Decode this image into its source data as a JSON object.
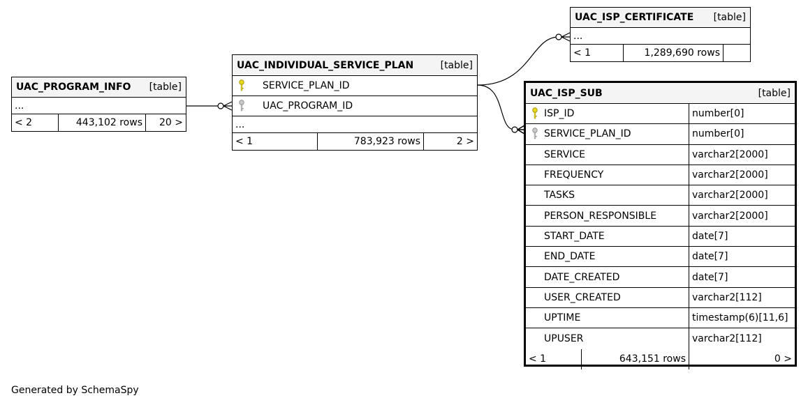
{
  "tables": {
    "program_info": {
      "name": "UAC_PROGRAM_INFO",
      "type": "[table]",
      "ellipsis": "...",
      "nav_prev": "< 2",
      "rows": "443,102 rows",
      "nav_next": "20 >"
    },
    "service_plan": {
      "name": "UAC_INDIVIDUAL_SERVICE_PLAN",
      "type": "[table]",
      "columns": [
        {
          "name": "SERVICE_PLAN_ID",
          "key": "primary"
        },
        {
          "name": "UAC_PROGRAM_ID",
          "key": "foreign"
        }
      ],
      "ellipsis": "...",
      "nav_prev": "< 1",
      "rows": "783,923 rows",
      "nav_next": "2 >"
    },
    "certificate": {
      "name": "UAC_ISP_CERTIFICATE",
      "type": "[table]",
      "ellipsis": "...",
      "nav_prev": "< 1",
      "rows": "1,289,690 rows",
      "nav_next": ""
    },
    "isp_sub": {
      "name": "UAC_ISP_SUB",
      "type": "[table]",
      "columns": [
        {
          "name": "ISP_ID",
          "type": "number[0]",
          "key": "primary"
        },
        {
          "name": "SERVICE_PLAN_ID",
          "type": "number[0]",
          "key": "foreign"
        },
        {
          "name": "SERVICE",
          "type": "varchar2[2000]",
          "key": ""
        },
        {
          "name": "FREQUENCY",
          "type": "varchar2[2000]",
          "key": ""
        },
        {
          "name": "TASKS",
          "type": "varchar2[2000]",
          "key": ""
        },
        {
          "name": "PERSON_RESPONSIBLE",
          "type": "varchar2[2000]",
          "key": ""
        },
        {
          "name": "START_DATE",
          "type": "date[7]",
          "key": ""
        },
        {
          "name": "END_DATE",
          "type": "date[7]",
          "key": ""
        },
        {
          "name": "DATE_CREATED",
          "type": "date[7]",
          "key": ""
        },
        {
          "name": "USER_CREATED",
          "type": "varchar2[112]",
          "key": ""
        },
        {
          "name": "UPTIME",
          "type": "timestamp(6)[11,6]",
          "key": ""
        },
        {
          "name": "UPUSER",
          "type": "varchar2[112]",
          "key": ""
        }
      ],
      "nav_prev": "< 1",
      "rows": "643,151 rows",
      "nav_next": "0 >"
    }
  },
  "colors": {
    "primary_key": "#e8d81a",
    "foreign_key": "#b8b8b8",
    "header_bg": "#f4f4f4"
  },
  "footer": "Generated by SchemaSpy"
}
